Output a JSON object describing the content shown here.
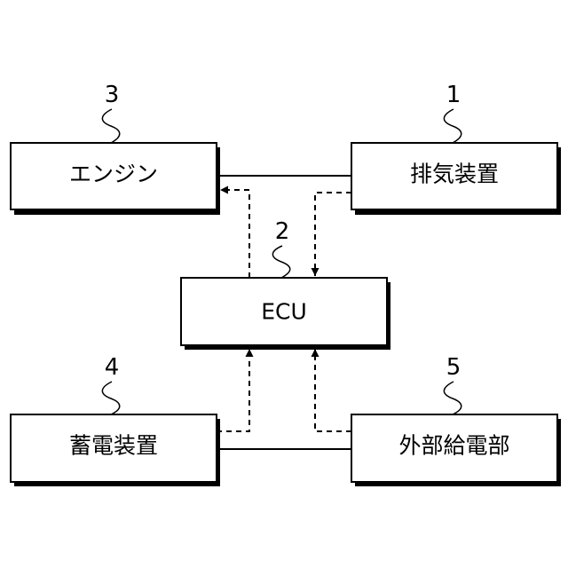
{
  "blocks": {
    "exhaust": {
      "ref": "1",
      "label": "排気装置"
    },
    "ecu": {
      "ref": "2",
      "label": "ECU"
    },
    "engine": {
      "ref": "3",
      "label": "エンジン"
    },
    "storage": {
      "ref": "4",
      "label": "蓄電装置"
    },
    "external_power": {
      "ref": "5",
      "label": "外部給電部"
    }
  }
}
